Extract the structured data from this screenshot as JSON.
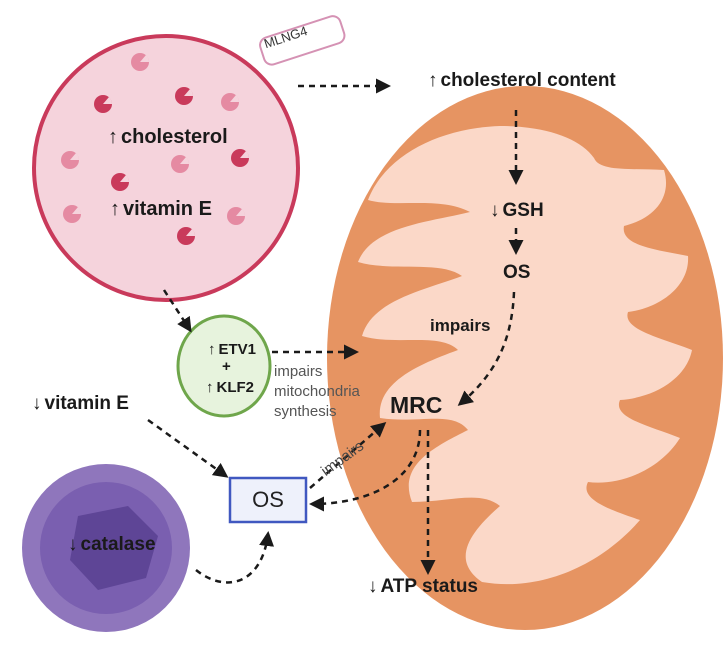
{
  "labels": {
    "mlng4": "MLNG4",
    "cholesterol": "cholesterol",
    "vitamin_e_cell": "vitamin E",
    "cholesterol_content": "cholesterol content",
    "gsh": "GSH",
    "os_mito": "OS",
    "impairs_mito": "impairs",
    "mrc": "MRC",
    "etv1": "ETV1",
    "plus": "+",
    "klf2": "KLF2",
    "impairs_synthesis": [
      "impairs",
      "mitochondria",
      "synthesis"
    ],
    "vitamin_e_left": "vitamin E",
    "catalase": "catalase",
    "os_box": "OS",
    "impairs_diag": "impairs",
    "atp_status": "ATP status"
  },
  "colors": {
    "cell_fill": "#f5d3dc",
    "cell_border": "#c93a5b",
    "particle_dark": "#c93a5b",
    "particle_light": "#e58aa2",
    "mlng4_border": "#d592b4",
    "mito_outer": "#e69462",
    "mito_inner": "#fbd8c8",
    "etv_fill": "#e7f3dd",
    "etv_border": "#6fa64b",
    "catalase_outer": "#8f76bc",
    "catalase_mid": "#7a5fb0",
    "catalase_core": "#5e4596",
    "os_box_border": "#4058c0",
    "os_box_fill": "#eef1fb",
    "arrow": "#1a1a1a"
  },
  "icons": {
    "up": "up-arrow-icon",
    "down": "down-arrow-icon"
  }
}
